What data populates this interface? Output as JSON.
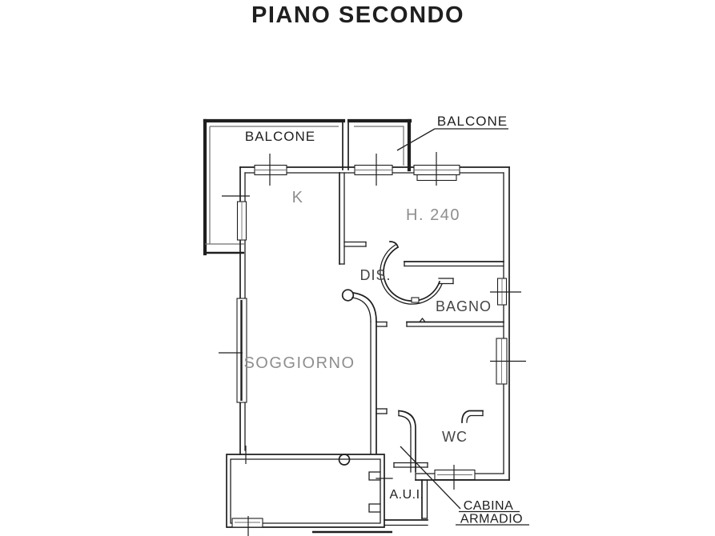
{
  "title": "PIANO SECONDO",
  "colors": {
    "ink": "#1f1f1f",
    "wallgray": "#6f6f6f",
    "labelgray": "#8e8e8e",
    "labelmid": "#454545",
    "paper": "#ffffff"
  },
  "rooms": {
    "balcone_left": "BALCONE",
    "balcone_right": "BALCONE",
    "kitchen": "K",
    "height_note": "H. 240",
    "dis": "DIS.",
    "bagno": "BAGNO",
    "soggiorno": "SOGGIORNO",
    "wc": "WC",
    "aui": "A.U.I.",
    "cabina_line1": "CABINA",
    "cabina_line2": "ARMADIO"
  }
}
